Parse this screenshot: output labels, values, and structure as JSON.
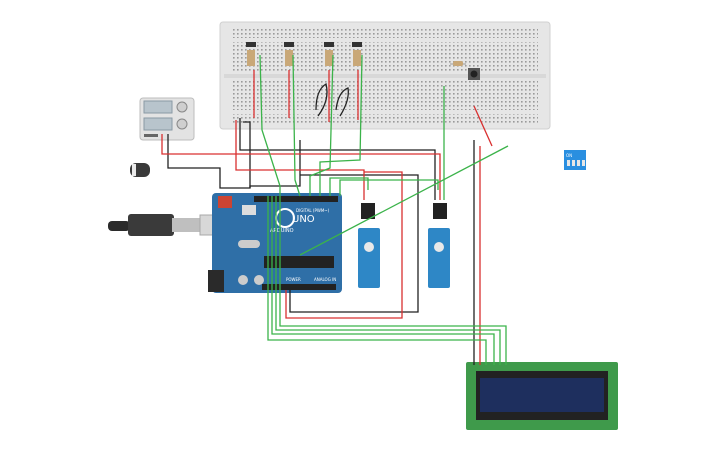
{
  "arduino": {
    "brand": "UNO",
    "model_text": "ARDUINO",
    "header_digital": "DIGITAL (PWM~)",
    "header_power": "POWER",
    "header_analog": "ANALOG IN"
  },
  "dip_switch": {
    "label": "ON"
  },
  "colors": {
    "background": "#ffffff",
    "breadboard": "#e6e6e6",
    "arduino": "#2f6fa7",
    "servo": "#2e87c6",
    "lcd_pcb": "#3f9a4b",
    "lcd_screen": "#1e2f5e",
    "wire_red": "#d93030",
    "wire_black": "#222222",
    "wire_green": "#3bb34a",
    "dip_switch": "#2a8fe0"
  },
  "components": {
    "breadboard": "breadboard-icon",
    "power_supply": "power-supply-icon",
    "capacitor": "capacitor-icon",
    "usb_cable": "usb-cable-icon",
    "servo_motors": 2,
    "potentiometers": 4,
    "lcd": "lcd-16x2-icon"
  }
}
